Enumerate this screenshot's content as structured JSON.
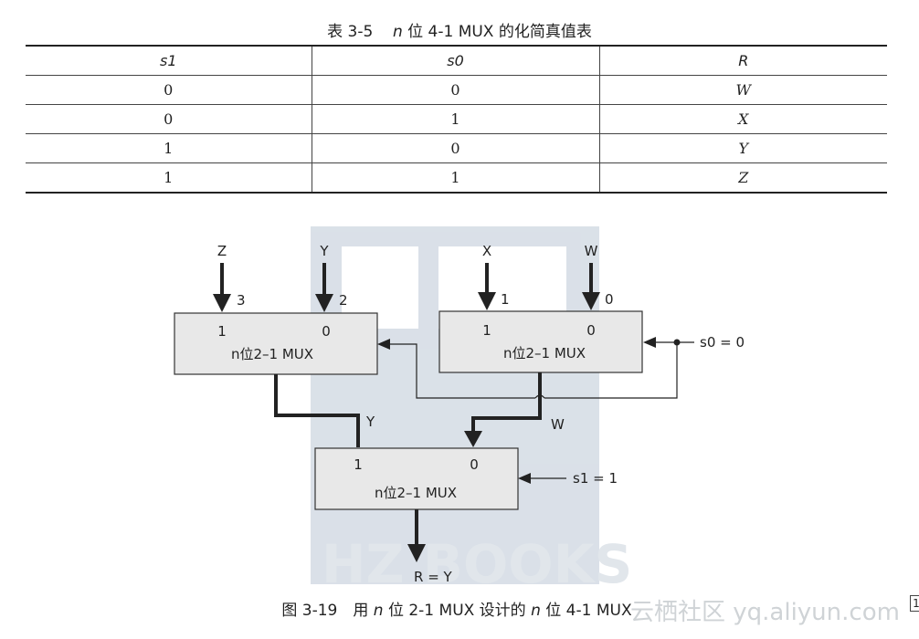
{
  "table": {
    "caption_prefix": "表 3-5",
    "caption_var": "n",
    "caption_suffix": "位 4-1 MUX 的化简真值表",
    "headers": [
      "s1",
      "s0",
      "R"
    ],
    "rows": [
      [
        "0",
        "0",
        "W"
      ],
      [
        "0",
        "1",
        "X"
      ],
      [
        "1",
        "0",
        "Y"
      ],
      [
        "1",
        "1",
        "Z"
      ]
    ]
  },
  "diagram": {
    "inputs": [
      "Z",
      "Y",
      "X",
      "W"
    ],
    "input_indices": [
      "3",
      "2",
      "1",
      "0"
    ],
    "mux_left": {
      "in1": "1",
      "in0": "0",
      "label": "n位2–1 MUX"
    },
    "mux_right": {
      "in1": "1",
      "in0": "0",
      "label": "n位2–1 MUX"
    },
    "mux_bottom": {
      "in1": "1",
      "in0": "0",
      "label": "n位2–1 MUX"
    },
    "wire_y": "Y",
    "wire_w": "W",
    "select0": "s0 = 0",
    "select1": "s1 = 1",
    "output": "R = Y"
  },
  "figure": {
    "caption_prefix": "图 3-19　用",
    "caption_var1": "n",
    "caption_mid": "位 2-1 MUX 设计的",
    "caption_var2": "n",
    "caption_suffix": "位 4-1 MUX"
  },
  "watermark": {
    "text": "云栖社区 yq.aliyun.com",
    "edge_glyph": "1"
  },
  "colors": {
    "mux_fill": "#e8e8e8",
    "watermark_blue": "#bcc8d6",
    "ink": "#222222"
  }
}
